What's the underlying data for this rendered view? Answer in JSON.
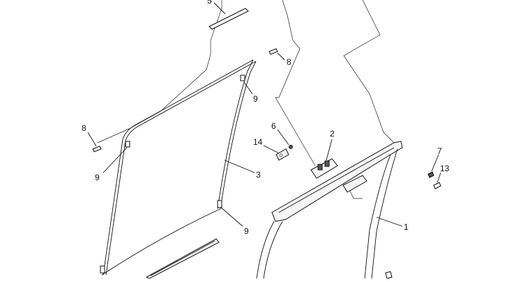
{
  "callouts": {
    "c5": "5",
    "c8a": "8",
    "c9a": "9",
    "c8b": "8",
    "c9b": "9",
    "c6": "6",
    "c2": "2",
    "c14": "14",
    "c3": "3",
    "c7": "7",
    "c13": "13",
    "c9c": "9",
    "c1": "1"
  }
}
